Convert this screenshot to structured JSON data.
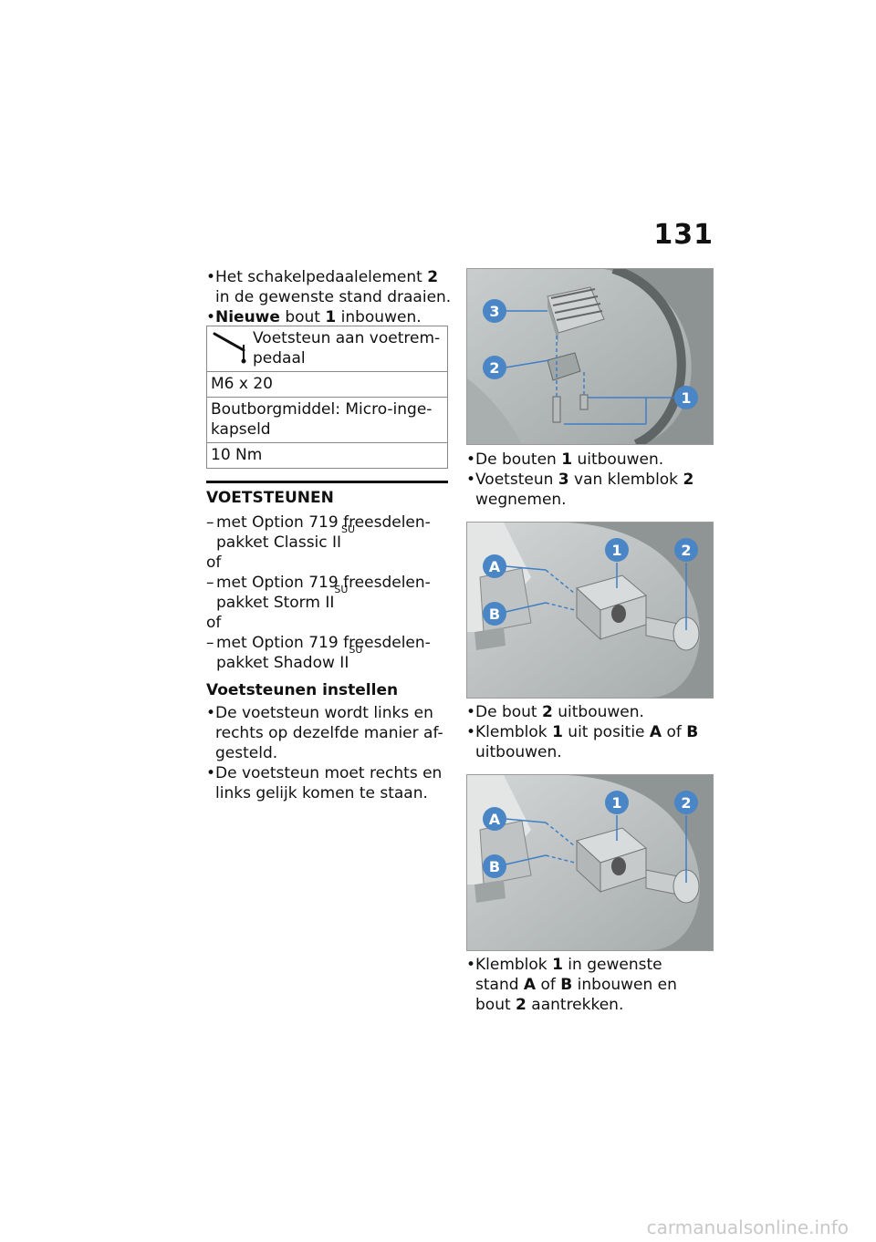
{
  "page_number": "131",
  "left_column": {
    "step_shift_pedal": {
      "text": "Het schakelpedaalelement ",
      "ref": "2",
      "cont": "in de gewenste stand draaien."
    },
    "step_new_bolt": {
      "bold": "Nieuwe",
      "text": " bout ",
      "ref": "1",
      "cont": " inbouwen."
    },
    "spec_table": {
      "title_line1": "Voetsteun aan voetrem-",
      "title_line2": "pedaal",
      "size": "M6 x 20",
      "adhesive_line1": "Boutborgmiddel: Micro-inge-",
      "adhesive_line2": "kapseld",
      "torque": "10 Nm"
    },
    "section_title": "VOETSTEUNEN",
    "options": [
      {
        "line1": "met Option 719 freesdelen-",
        "line2": "pakket Classic II",
        "sup": "SU"
      },
      {
        "line1": "met Option 719 freesdelen-",
        "line2": "pakket Storm II",
        "sup": "SU"
      },
      {
        "line1": "met Option 719 freesdelen-",
        "line2": "pakket Shadow II",
        "sup": "SU"
      }
    ],
    "or_word": "of",
    "subsection_title": "Voetsteunen instellen",
    "bullets": [
      {
        "l1": "De voetsteun wordt links en",
        "l2": "rechts op dezelfde manier af-",
        "l3": "gesteld."
      },
      {
        "l1": "De voetsteun moet rechts en",
        "l2": "links gelijk komen te staan."
      }
    ]
  },
  "right_column": {
    "fig1_labels": [
      "3",
      "2",
      "1"
    ],
    "step_remove_bolts": {
      "text": "De bouten ",
      "ref": "1",
      "cont": " uitbouwen."
    },
    "step_remove_footrest": {
      "text": "Voetsteun ",
      "ref": "3",
      "mid": " van klemblok ",
      "ref2": "2",
      "cont": "wegnemen."
    },
    "fig2_labels": [
      "A",
      "B",
      "1",
      "2"
    ],
    "step_remove_bolt2": {
      "text": "De bout ",
      "ref": "2",
      "cont": " uitbouwen."
    },
    "step_remove_block": {
      "text": "Klemblok ",
      "ref": "1",
      "mid": " uit positie ",
      "refA": "A",
      "of": " of ",
      "refB": "B",
      "cont": "uitbouwen."
    },
    "fig3_labels": [
      "A",
      "B",
      "1",
      "2"
    ],
    "step_install_block": {
      "text": "Klemblok ",
      "ref": "1",
      "mid": " in gewenste",
      "l2a": "stand ",
      "refA": "A",
      "of": " of ",
      "refB": "B",
      "l2b": " inbouwen en",
      "l3a": "bout ",
      "ref2": "2",
      "l3b": " aantrekken."
    }
  },
  "footer": "carmanualsonline.info",
  "colors": {
    "callout": "#4a86c5",
    "callout_line": "#3f7fc4",
    "text": "#111111"
  }
}
